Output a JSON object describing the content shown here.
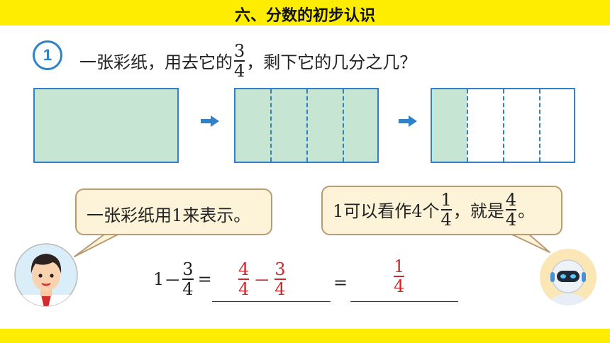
{
  "header": {
    "title": "六、分数的初步认识"
  },
  "question": {
    "number": "1",
    "text_before": "一张彩纸，用去它的",
    "frac_num": "3",
    "frac_den": "4",
    "text_after": "，剩下它的几分之几？"
  },
  "bubble_left": {
    "text": "一张彩纸用1来表示。"
  },
  "bubble_right": {
    "text_a": "1可以看作4个",
    "frac1_num": "1",
    "frac1_den": "4",
    "text_b": "，就是",
    "frac2_num": "4",
    "frac2_den": "4",
    "text_c": "。"
  },
  "equation": {
    "lhs_one": "1",
    "minus": "－",
    "lhs_num": "3",
    "lhs_den": "4",
    "equals": "=",
    "ans1_a_num": "4",
    "ans1_a_den": "4",
    "ans1_minus": "－",
    "ans1_b_num": "3",
    "ans1_b_den": "4",
    "equals2": "=",
    "ans2_num": "1",
    "ans2_den": "4"
  },
  "colors": {
    "header_bg": "#ffed00",
    "paper_fill": "#c6e6d3",
    "accent_blue": "#2f82c8",
    "answer_red": "#d0262a"
  },
  "icons": [
    "number-circle-icon",
    "arrow-right-icon",
    "boy-avatar-icon",
    "robot-avatar-icon"
  ]
}
